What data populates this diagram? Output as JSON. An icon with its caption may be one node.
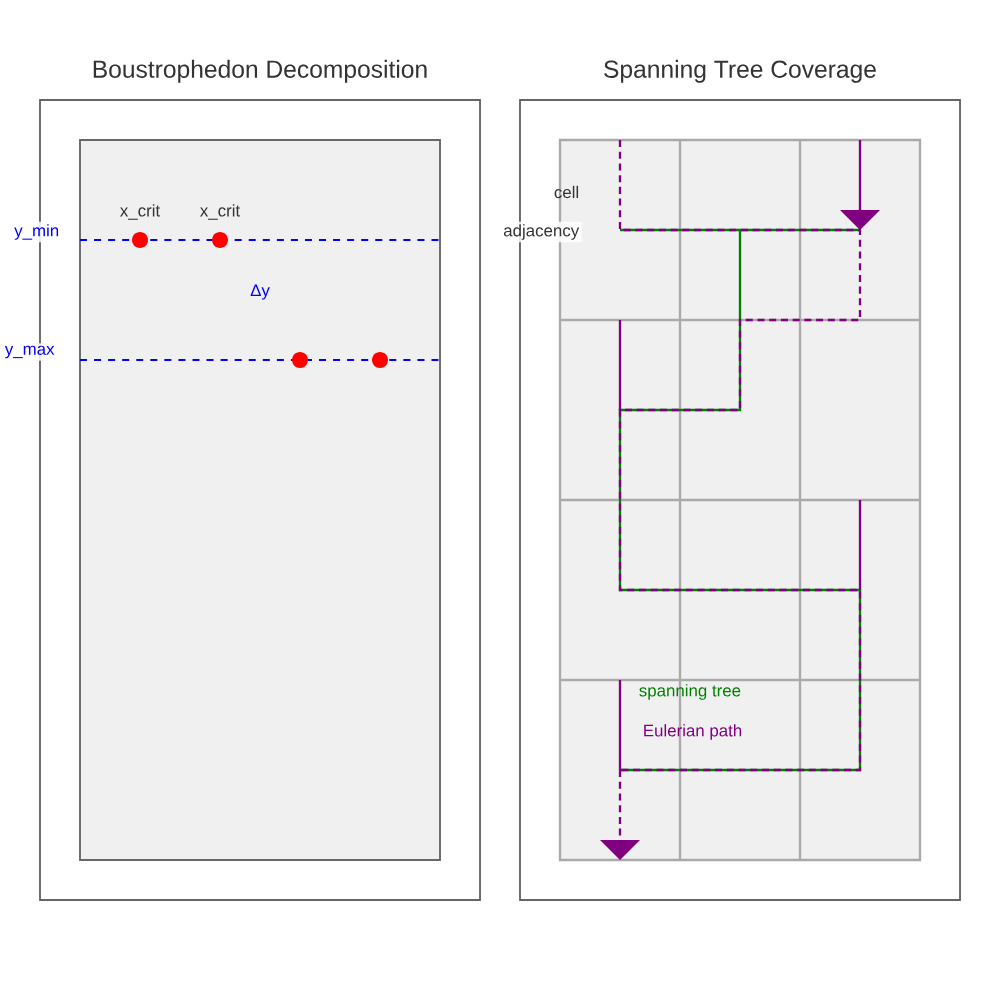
{
  "diagram": {
    "nodes": [
      {
        "text": [
          "Boustrophedon Decomposition"
        ]
      },
      {
        "text": [
          "Spanning Tree Coverage"
        ]
      }
    ],
    "labels": [
      "y_min",
      "x_crit",
      "x_crit",
      "Δy",
      "y_max",
      "cell",
      "adjacency",
      "spanning tree",
      "Eulerian path"
    ]
  }
}
